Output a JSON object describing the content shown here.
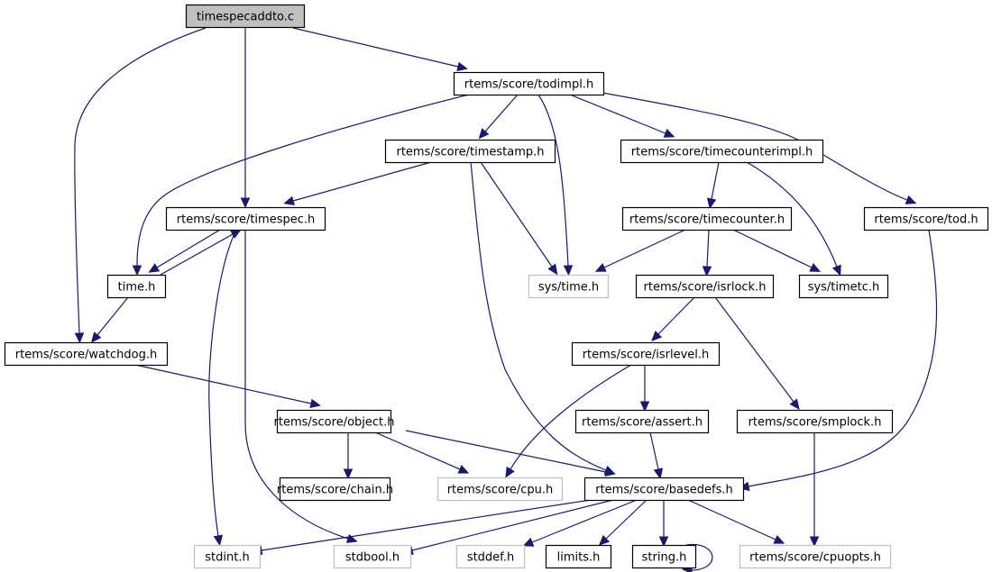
{
  "title": "timespecaddto.c include dependency graph",
  "colors": {
    "edge": "#191970",
    "root_fill": "#bfbfbf",
    "node_border": "#000000",
    "external_border": "#bfbfbf"
  },
  "nodes": [
    {
      "id": "timespecaddto",
      "label": "timespecaddto.c",
      "kind": "root"
    },
    {
      "id": "todimpl",
      "label": "rtems/score/todimpl.h",
      "kind": "doc"
    },
    {
      "id": "timestamp",
      "label": "rtems/score/timestamp.h",
      "kind": "doc"
    },
    {
      "id": "timecounterimpl",
      "label": "rtems/score/timecounterimpl.h",
      "kind": "doc"
    },
    {
      "id": "timespec",
      "label": "rtems/score/timespec.h",
      "kind": "doc"
    },
    {
      "id": "timecounter",
      "label": "rtems/score/timecounter.h",
      "kind": "doc"
    },
    {
      "id": "tod",
      "label": "rtems/score/tod.h",
      "kind": "doc"
    },
    {
      "id": "time",
      "label": "time.h",
      "kind": "doc"
    },
    {
      "id": "systime",
      "label": "sys/time.h",
      "kind": "external"
    },
    {
      "id": "isrlock",
      "label": "rtems/score/isrlock.h",
      "kind": "doc"
    },
    {
      "id": "systimetc",
      "label": "sys/timetc.h",
      "kind": "doc"
    },
    {
      "id": "watchdog",
      "label": "rtems/score/watchdog.h",
      "kind": "doc"
    },
    {
      "id": "isrlevel",
      "label": "rtems/score/isrlevel.h",
      "kind": "doc"
    },
    {
      "id": "object",
      "label": "rtems/score/object.h",
      "kind": "doc"
    },
    {
      "id": "assert",
      "label": "rtems/score/assert.h",
      "kind": "doc"
    },
    {
      "id": "smplock",
      "label": "rtems/score/smplock.h",
      "kind": "doc"
    },
    {
      "id": "chain",
      "label": "rtems/score/chain.h",
      "kind": "doc"
    },
    {
      "id": "cpu",
      "label": "rtems/score/cpu.h",
      "kind": "external"
    },
    {
      "id": "basedefs",
      "label": "rtems/score/basedefs.h",
      "kind": "doc"
    },
    {
      "id": "stdint",
      "label": "stdint.h",
      "kind": "external"
    },
    {
      "id": "stdbool",
      "label": "stdbool.h",
      "kind": "external"
    },
    {
      "id": "stddef",
      "label": "stddef.h",
      "kind": "external"
    },
    {
      "id": "limits",
      "label": "limits.h",
      "kind": "doc"
    },
    {
      "id": "string",
      "label": "string.h",
      "kind": "doc"
    },
    {
      "id": "cpuopts",
      "label": "rtems/score/cpuopts.h",
      "kind": "external"
    }
  ],
  "edges": [
    {
      "from": "timespecaddto",
      "to": "todimpl"
    },
    {
      "from": "timespecaddto",
      "to": "timespec"
    },
    {
      "from": "timespecaddto",
      "to": "watchdog"
    },
    {
      "from": "todimpl",
      "to": "timestamp"
    },
    {
      "from": "todimpl",
      "to": "timecounterimpl"
    },
    {
      "from": "todimpl",
      "to": "tod"
    },
    {
      "from": "todimpl",
      "to": "time"
    },
    {
      "from": "todimpl",
      "to": "systime"
    },
    {
      "from": "timestamp",
      "to": "timespec"
    },
    {
      "from": "timestamp",
      "to": "systime"
    },
    {
      "from": "timestamp",
      "to": "basedefs"
    },
    {
      "from": "timecounterimpl",
      "to": "timecounter"
    },
    {
      "from": "timecounterimpl",
      "to": "systimetc"
    },
    {
      "from": "timespec",
      "to": "time"
    },
    {
      "from": "timespec",
      "to": "stdint"
    },
    {
      "from": "timespec",
      "to": "stdbool"
    },
    {
      "from": "time",
      "to": "timespec"
    },
    {
      "from": "time",
      "to": "watchdog"
    },
    {
      "from": "timecounter",
      "to": "systime"
    },
    {
      "from": "timecounter",
      "to": "isrlock"
    },
    {
      "from": "timecounter",
      "to": "systimetc"
    },
    {
      "from": "tod",
      "to": "basedefs"
    },
    {
      "from": "isrlock",
      "to": "isrlevel"
    },
    {
      "from": "isrlock",
      "to": "smplock"
    },
    {
      "from": "watchdog",
      "to": "object"
    },
    {
      "from": "isrlevel",
      "to": "assert"
    },
    {
      "from": "isrlevel",
      "to": "cpu"
    },
    {
      "from": "object",
      "to": "chain"
    },
    {
      "from": "object",
      "to": "cpu"
    },
    {
      "from": "object",
      "to": "basedefs"
    },
    {
      "from": "assert",
      "to": "basedefs"
    },
    {
      "from": "smplock",
      "to": "cpuopts"
    },
    {
      "from": "basedefs",
      "to": "stdint"
    },
    {
      "from": "basedefs",
      "to": "stdbool"
    },
    {
      "from": "basedefs",
      "to": "stddef"
    },
    {
      "from": "basedefs",
      "to": "limits"
    },
    {
      "from": "basedefs",
      "to": "string"
    },
    {
      "from": "basedefs",
      "to": "cpuopts"
    },
    {
      "from": "string",
      "to": "string"
    }
  ]
}
